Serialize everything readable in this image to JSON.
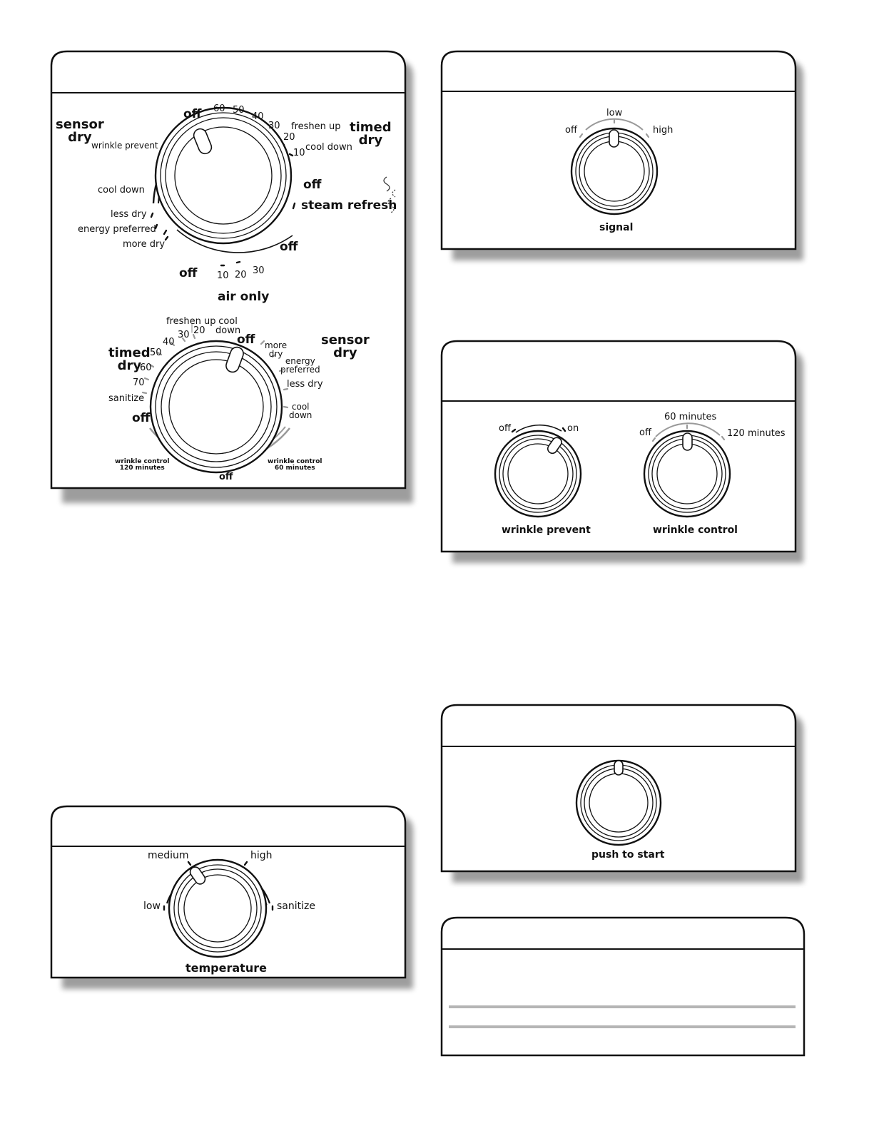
{
  "cycle_panel": {
    "upper_dial": {
      "group_left": "sensor\ndry",
      "group_right": "timed\ndry",
      "off_top": "off",
      "times": [
        "60",
        "50",
        "40",
        "30",
        "20",
        "10"
      ],
      "freshen_up": "freshen up",
      "cool_down_right": "cool down",
      "off_right_upper": "off",
      "steam_refresh": "steam refresh",
      "off_right_lower": "off",
      "wrinkle_prevent": "wrinkle prevent",
      "cool_down_left": "cool down",
      "less_dry": "less dry",
      "energy_preferred": "energy preferred",
      "more_dry": "more dry",
      "off_bottom": "off",
      "air_times": [
        "10",
        "20",
        "30"
      ],
      "air_only": "air only",
      "steam_icon": "steam-icon"
    },
    "lower_dial": {
      "group_left": "timed\ndry",
      "group_right": "sensor\ndry",
      "freshen_up": "freshen up",
      "cool_down_top": "cool\ndown",
      "off_top": "off",
      "times": [
        "30",
        "20",
        "40",
        "50",
        "60",
        "70"
      ],
      "sanitize": "sanitize",
      "off_left": "off",
      "more_dry": "more\ndry",
      "energy_preferred": "energy\npreferred",
      "less_dry": "less dry",
      "cool_down_right": "cool\ndown",
      "wrinkle_control_120": "wrinkle control\n120 minutes",
      "wrinkle_control_60": "wrinkle control\n60 minutes",
      "off_bottom": "off"
    }
  },
  "signal_panel": {
    "off": "off",
    "low": "low",
    "high": "high",
    "title": "signal"
  },
  "wrinkle_panel": {
    "prevent": {
      "off": "off",
      "on": "on",
      "title": "wrinkle prevent"
    },
    "control": {
      "off": "off",
      "sixty": "60 minutes",
      "one_twenty": "120 minutes",
      "title": "wrinkle control"
    }
  },
  "temperature_panel": {
    "medium": "medium",
    "high": "high",
    "low": "low",
    "sanitize": "sanitize",
    "title": "temperature"
  },
  "start_panel": {
    "title": "push to start"
  }
}
